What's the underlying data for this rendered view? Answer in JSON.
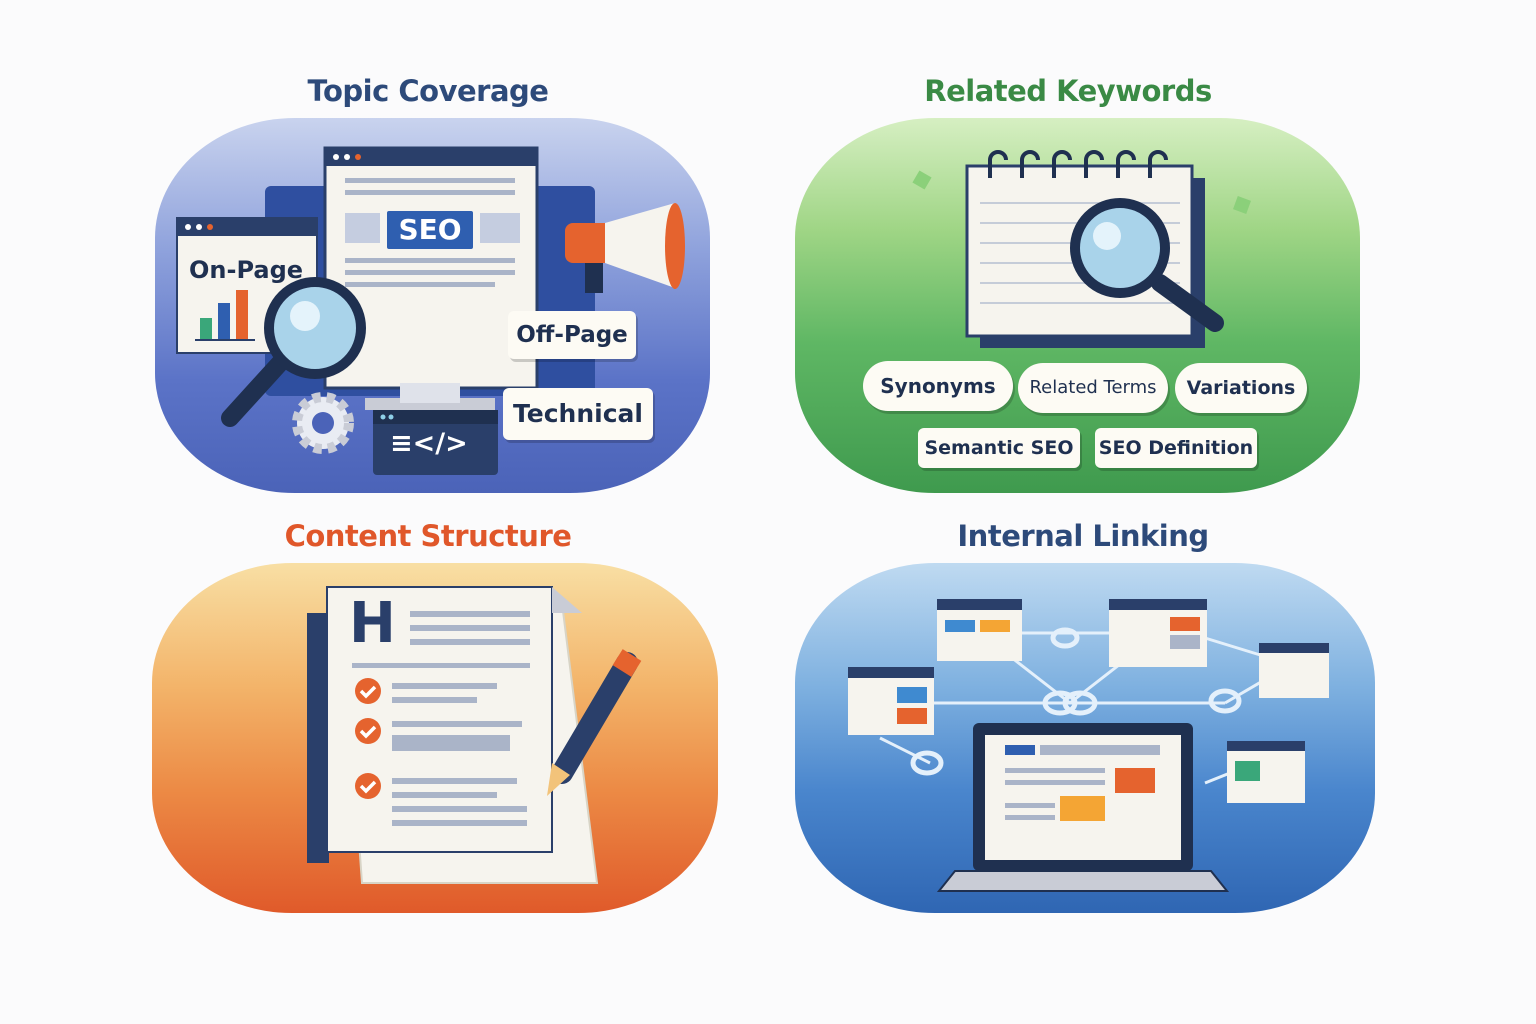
{
  "panels": [
    {
      "title": "Topic Coverage",
      "color": "#2d4a7a",
      "labels": {
        "seo": "SEO",
        "on_page": "On-Page",
        "off_page": "Off-Page",
        "technical": "Technical",
        "code": "≡</>"
      }
    },
    {
      "title": "Related Keywords",
      "color": "#3a8a45",
      "bubbles": [
        "Synonyms",
        "Related Terms",
        "Variations"
      ],
      "tags": [
        "Semantic SEO",
        "SEO Definition"
      ]
    },
    {
      "title": "Content Structure",
      "color": "#e0572a",
      "heading_letter": "H"
    },
    {
      "title": "Internal Linking",
      "color": "#2d4a7a"
    }
  ]
}
